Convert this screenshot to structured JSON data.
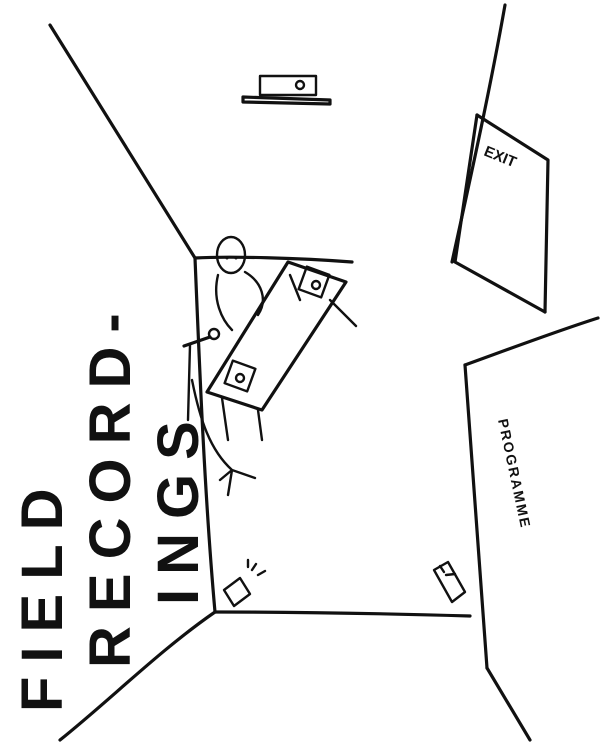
{
  "title": {
    "lines": [
      "FIELD",
      "RECORD-",
      "INGS"
    ]
  },
  "door_sign": "EXIT",
  "wall_sign": "PROGRAMME"
}
